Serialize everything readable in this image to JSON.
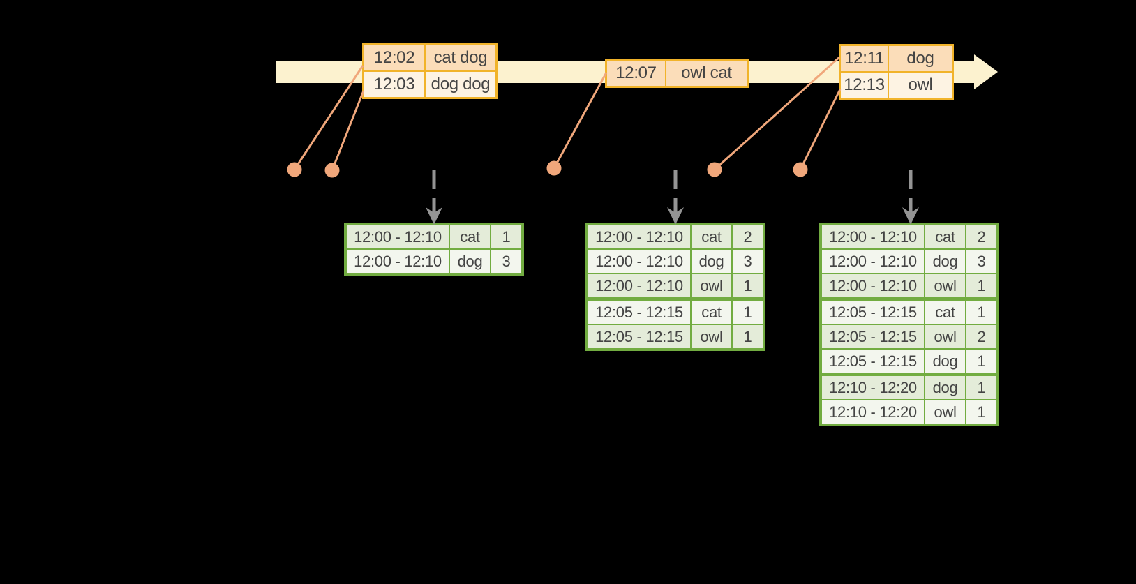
{
  "colors": {
    "background": "#000000",
    "timeline_fill": "#FCF2CF",
    "event_border": "#F1B32A",
    "event_row_a": "#FBDDB9",
    "event_row_b": "#FDF3E3",
    "connector": "#F0A77B",
    "arrow_gray": "#949494",
    "green_border": "#72AC41",
    "green_row_a": "#E4ECD9",
    "green_row_b": "#F3F6EE",
    "text": "#444444"
  },
  "icons": {
    "timeline_arrow": "right-arrow",
    "trigger_arrow": "dashed-down-arrow",
    "event_marker": "dot"
  },
  "event_tables": [
    {
      "rows": [
        [
          "12:02",
          "cat dog"
        ],
        [
          "12:03",
          "dog dog"
        ]
      ]
    },
    {
      "rows": [
        [
          "12:07",
          "owl cat"
        ]
      ]
    },
    {
      "rows": [
        [
          "12:11",
          "dog"
        ],
        [
          "12:13",
          "owl"
        ]
      ]
    }
  ],
  "result_tables": [
    {
      "rows": [
        [
          "12:00 - 12:10",
          "cat",
          "1"
        ],
        [
          "12:00 - 12:10",
          "dog",
          "3"
        ]
      ]
    },
    {
      "rows": [
        [
          "12:00 - 12:10",
          "cat",
          "2"
        ],
        [
          "12:00 - 12:10",
          "dog",
          "3"
        ],
        [
          "12:00 - 12:10",
          "owl",
          "1"
        ],
        [
          "12:05 - 12:15",
          "cat",
          "1"
        ],
        [
          "12:05 - 12:15",
          "owl",
          "1"
        ]
      ]
    },
    {
      "rows": [
        [
          "12:00 - 12:10",
          "cat",
          "2"
        ],
        [
          "12:00 - 12:10",
          "dog",
          "3"
        ],
        [
          "12:00 - 12:10",
          "owl",
          "1"
        ],
        [
          "12:05 - 12:15",
          "cat",
          "1"
        ],
        [
          "12:05 - 12:15",
          "owl",
          "2"
        ],
        [
          "12:05 - 12:15",
          "dog",
          "1"
        ],
        [
          "12:10 - 12:20",
          "dog",
          "1"
        ],
        [
          "12:10 - 12:20",
          "owl",
          "1"
        ]
      ]
    }
  ]
}
